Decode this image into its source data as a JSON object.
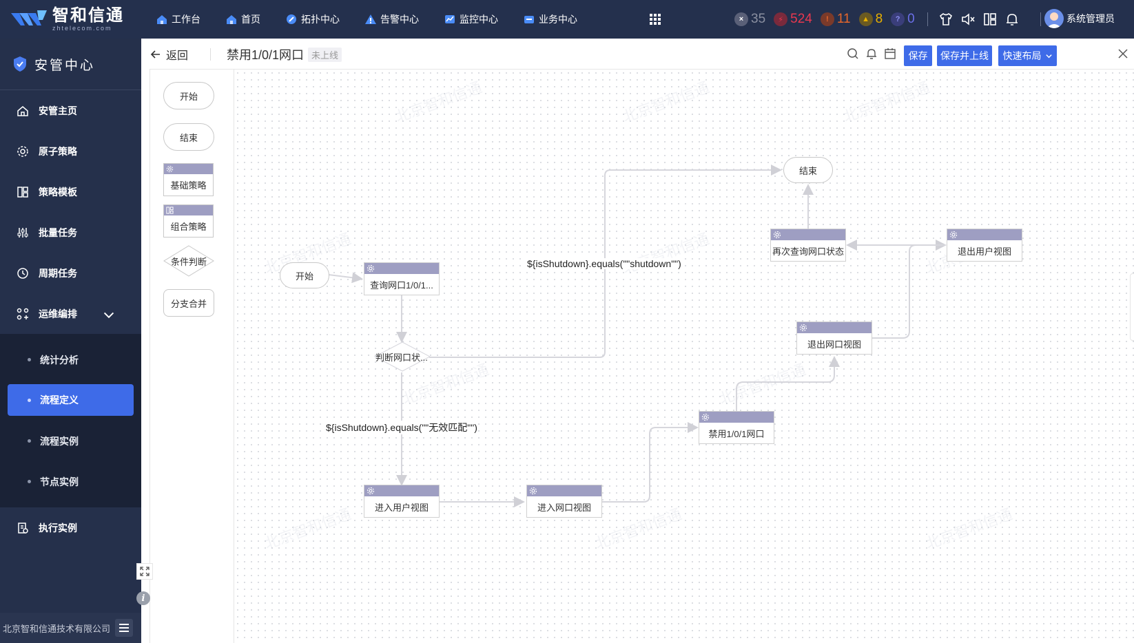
{
  "brand": {
    "name_cn": "智和信通",
    "name_en": "zhtelecom.com"
  },
  "topnav": [
    {
      "label": "工作台",
      "icon": "home-icon"
    },
    {
      "label": "首页",
      "icon": "home-icon"
    },
    {
      "label": "拓扑中心",
      "icon": "topology-icon"
    },
    {
      "label": "告警中心",
      "icon": "alert-icon"
    },
    {
      "label": "监控中心",
      "icon": "monitor-icon"
    },
    {
      "label": "业务中心",
      "icon": "business-icon"
    }
  ],
  "alarm_stats": [
    {
      "value": "35",
      "color": "#8a8fa0",
      "icon": "x-circle-icon",
      "symbol": "×"
    },
    {
      "value": "524",
      "color": "#e8384f",
      "icon": "bolt-icon",
      "symbol": "⚡"
    },
    {
      "value": "11",
      "color": "#e8672a",
      "icon": "exclaim-icon",
      "symbol": "!"
    },
    {
      "value": "8",
      "color": "#e8b000",
      "icon": "bell-icon",
      "symbol": "▲"
    },
    {
      "value": "0",
      "color": "#6b6fe8",
      "icon": "question-icon",
      "symbol": "?"
    }
  ],
  "user": {
    "name": "系统管理员"
  },
  "sidebar": {
    "title": "安管中心",
    "items": [
      {
        "label": "安管主页",
        "icon": "home-icon"
      },
      {
        "label": "原子策略",
        "icon": "gear-icon"
      },
      {
        "label": "策略模板",
        "icon": "template-icon"
      },
      {
        "label": "批量任务",
        "icon": "sliders-icon"
      },
      {
        "label": "周期任务",
        "icon": "clock-icon"
      },
      {
        "label": "运维编排",
        "icon": "orchestration-icon"
      }
    ],
    "subitems": [
      {
        "label": "统计分析"
      },
      {
        "label": "流程定义",
        "active": true
      },
      {
        "label": "流程实例"
      },
      {
        "label": "节点实例"
      }
    ],
    "after_item": {
      "label": "执行实例",
      "icon": "execute-icon"
    },
    "footer": "北京智和信通技术有限公司"
  },
  "header": {
    "back_label": "返回",
    "title": "禁用1/0/1网口",
    "status_tag": "未上线",
    "buttons": {
      "save": "保存",
      "save_publish": "保存并上线",
      "quick_layout": "快速布局"
    }
  },
  "palette": {
    "start": "开始",
    "end": "结束",
    "basic_policy": "基础策略",
    "combo_policy": "组合策略",
    "condition": "条件判断",
    "branch_merge": "分支合并"
  },
  "flow": {
    "start_node": "开始",
    "end_node": "结束",
    "nodes": {
      "query_port": "查询网口1/0/1...",
      "judge": "判断网口状...",
      "enter_user_view": "进入用户视图",
      "enter_port_view": "进入网口视图",
      "disable_port": "禁用1/0/1网口",
      "exit_port_view": "退出网口视图",
      "requery_port": "再次查询网口状态",
      "exit_user_view": "退出用户视图"
    },
    "edge_labels": {
      "shutdown": "${isShutdown}.equals(\"\"shutdown\"\")",
      "no_match": "${isShutdown}.equals(\"\"无效匹配\"\")"
    }
  },
  "watermark": "北京智和信通"
}
